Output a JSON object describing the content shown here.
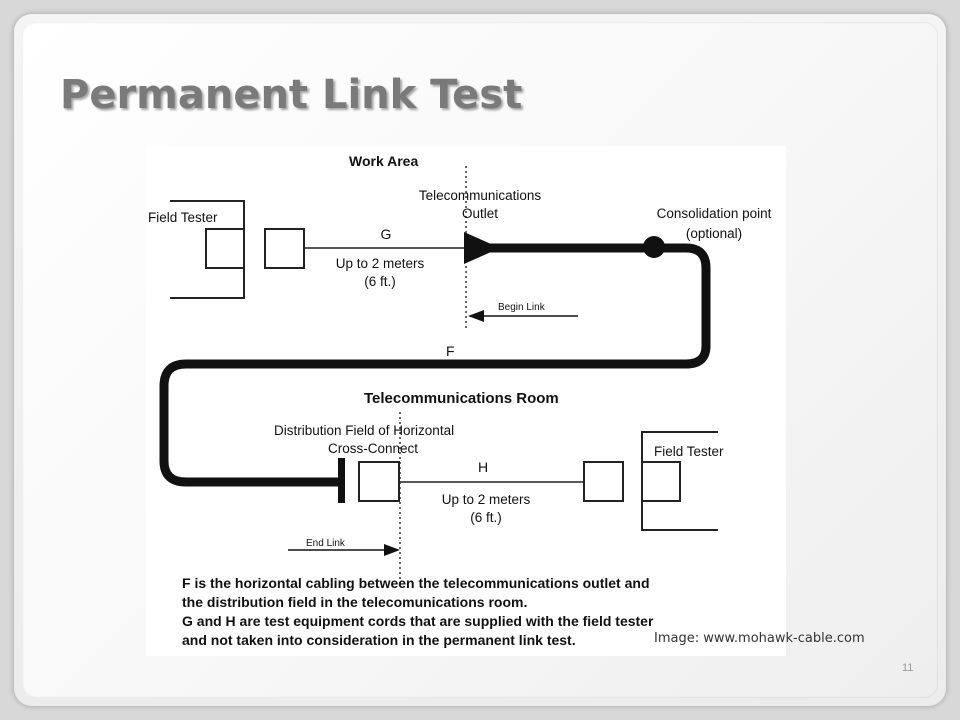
{
  "slide": {
    "title": "Permanent Link Test",
    "image_credit": "Image: www.mohawk-cable.com",
    "slide_number": "11"
  },
  "diagram": {
    "work_area_label": "Work Area",
    "outlet_label_line1": "Telecommunications",
    "outlet_label_line2": "Outlet",
    "consolidation_line1": "Consolidation point",
    "consolidation_line2": "(optional)",
    "field_tester_top": "Field Tester",
    "cord_g_label": "G",
    "cord_g_length_line1": "Up to 2 meters",
    "cord_g_length_line2": "(6 ft.)",
    "begin_link_label": "Begin Link",
    "cable_f_label": "F",
    "telecom_room_label": "Telecommunications Room",
    "distribution_line1": "Distribution Field of Horizontal",
    "distribution_line2": "Cross-Connect",
    "cord_h_label": "H",
    "cord_h_length_line1": "Up to 2 meters",
    "cord_h_length_line2": "(6 ft.)",
    "field_tester_bottom": "Field Tester",
    "end_link_label": "End Link",
    "caption": [
      "F is the horizontal cabling between the telecommunications outlet and",
      "the distribution field in the telecomunications room.",
      "G and H are test equipment cords that are supplied with the field tester",
      "and not taken into consideration in the permanent link test."
    ]
  }
}
